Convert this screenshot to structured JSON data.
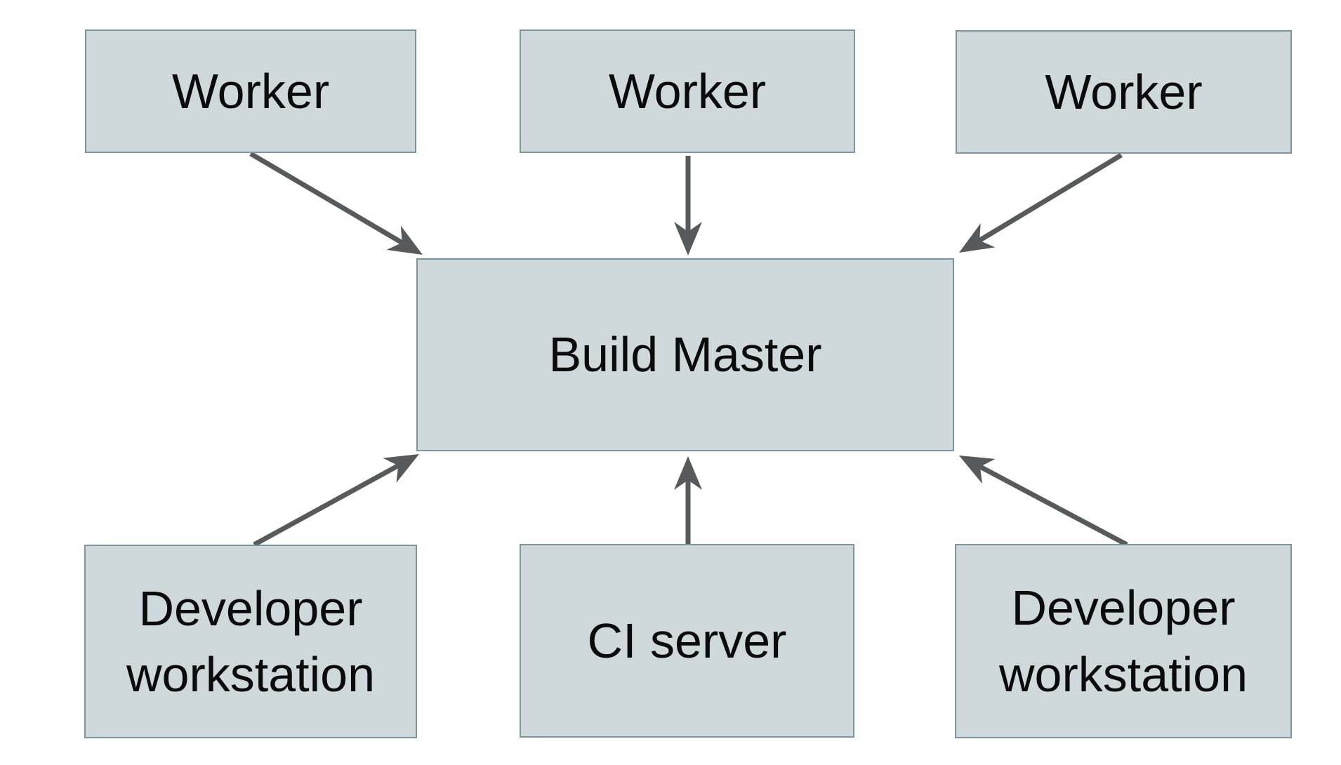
{
  "diagram": {
    "nodes": {
      "worker_1": {
        "label": "Worker"
      },
      "worker_2": {
        "label": "Worker"
      },
      "worker_3": {
        "label": "Worker"
      },
      "build_master": {
        "label": "Build Master"
      },
      "developer_workstation_left": {
        "label": "Developer workstation"
      },
      "ci_server": {
        "label": "CI server"
      },
      "developer_workstation_right": {
        "label": "Developer workstation"
      }
    },
    "edges": [
      {
        "from": "worker_1",
        "to": "build_master"
      },
      {
        "from": "worker_2",
        "to": "build_master"
      },
      {
        "from": "worker_3",
        "to": "build_master"
      },
      {
        "from": "developer_workstation_left",
        "to": "build_master"
      },
      {
        "from": "ci_server",
        "to": "build_master"
      },
      {
        "from": "developer_workstation_right",
        "to": "build_master"
      }
    ]
  },
  "colors": {
    "box_fill": "#cfd9db",
    "box_border": "#7e959f",
    "arrow": "#58595b",
    "text": "#0b0b0b",
    "background": "#ffffff"
  }
}
